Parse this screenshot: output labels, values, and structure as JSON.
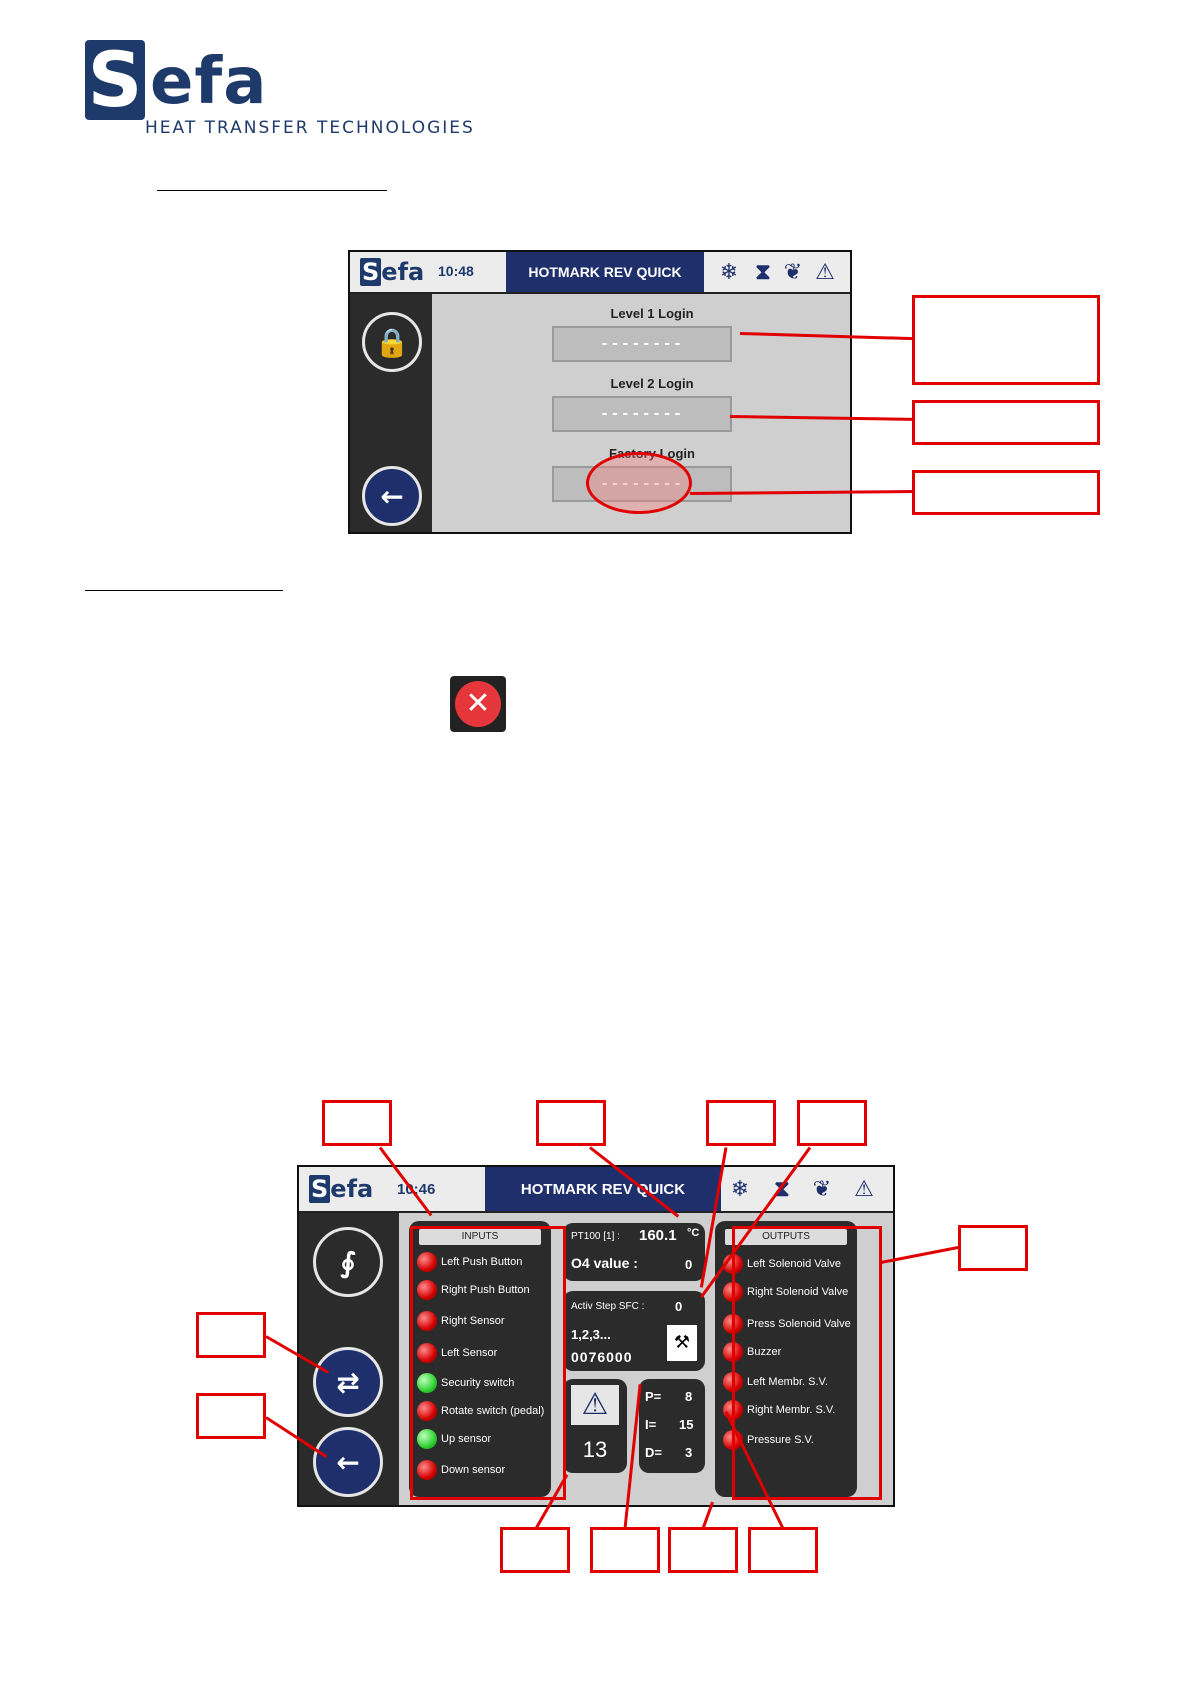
{
  "logo": {
    "s": "S",
    "rest": "efa",
    "tagline": "HEAT TRANSFER TECHNOLOGIES"
  },
  "colors": {
    "brand": "#1e3a6b",
    "title_bar": "#1e2f6b",
    "annotation": "#e00000",
    "led_red": "#d40000",
    "led_green": "#2fd12f"
  },
  "login_screen": {
    "logo_b": "S",
    "logo_rest": "efa",
    "time": "10:48",
    "title": "HOTMARK REV QUICK",
    "icons": [
      "snowflake-icon",
      "hourglass-icon",
      "leaf-icon",
      "warning-icon"
    ],
    "sidebar_icons": [
      "lock-icon",
      "back-arrow-icon"
    ],
    "fields": [
      {
        "label": "Level 1 Login",
        "value": "--------"
      },
      {
        "label": "Level 2 Login",
        "value": "--------"
      },
      {
        "label": "Factory Login",
        "value": "--------"
      }
    ]
  },
  "close_icon": "close-icon",
  "diag_screen": {
    "logo_b": "S",
    "logo_rest": "efa",
    "time": "10:46",
    "title": "HOTMARK REV QUICK",
    "icons": [
      "snowflake-icon",
      "hourglass-icon",
      "leaf-icon",
      "warning-icon"
    ],
    "sidebar_icons": [
      "stethoscope-icon",
      "swap-arrows-icon",
      "back-arrow-icon"
    ],
    "inputs": {
      "title": "INPUTS",
      "items": [
        {
          "label": "Left Push Button",
          "state": "red"
        },
        {
          "label": "Right Push Button",
          "state": "red"
        },
        {
          "label": "Right Sensor",
          "state": "red"
        },
        {
          "label": "Left Sensor",
          "state": "red"
        },
        {
          "label": "Security switch",
          "state": "green"
        },
        {
          "label": "Rotate switch (pedal)",
          "state": "red"
        },
        {
          "label": "Up sensor",
          "state": "green"
        },
        {
          "label": "Down sensor",
          "state": "red"
        }
      ]
    },
    "pt100": {
      "label": "PT100 [1] :",
      "value": "160.1",
      "unit": "°C",
      "o4_label": "O4 value :",
      "o4_value": "0"
    },
    "step": {
      "label": "Activ Step SFC :",
      "value": "0",
      "sequence": "1,2,3...",
      "counter": "0076000",
      "icon": "press-icon"
    },
    "alarm": {
      "icon": "alarm-warning-icon",
      "count": "13"
    },
    "pid": {
      "p_label": "P=",
      "p": "8",
      "i_label": "I=",
      "i": "15",
      "d_label": "D=",
      "d": "3"
    },
    "outputs": {
      "title": "OUTPUTS",
      "items": [
        {
          "label": "Left Solenoid Valve",
          "state": "red"
        },
        {
          "label": "Right Solenoid Valve",
          "state": "red"
        },
        {
          "label": "Press Solenoid Valve",
          "state": "red"
        },
        {
          "label": "Buzzer",
          "state": "red"
        },
        {
          "label": "Left Membr. S.V.",
          "state": "red"
        },
        {
          "label": "Right Membr. S.V.",
          "state": "red"
        },
        {
          "label": "Pressure S.V.",
          "state": "red"
        }
      ]
    }
  }
}
